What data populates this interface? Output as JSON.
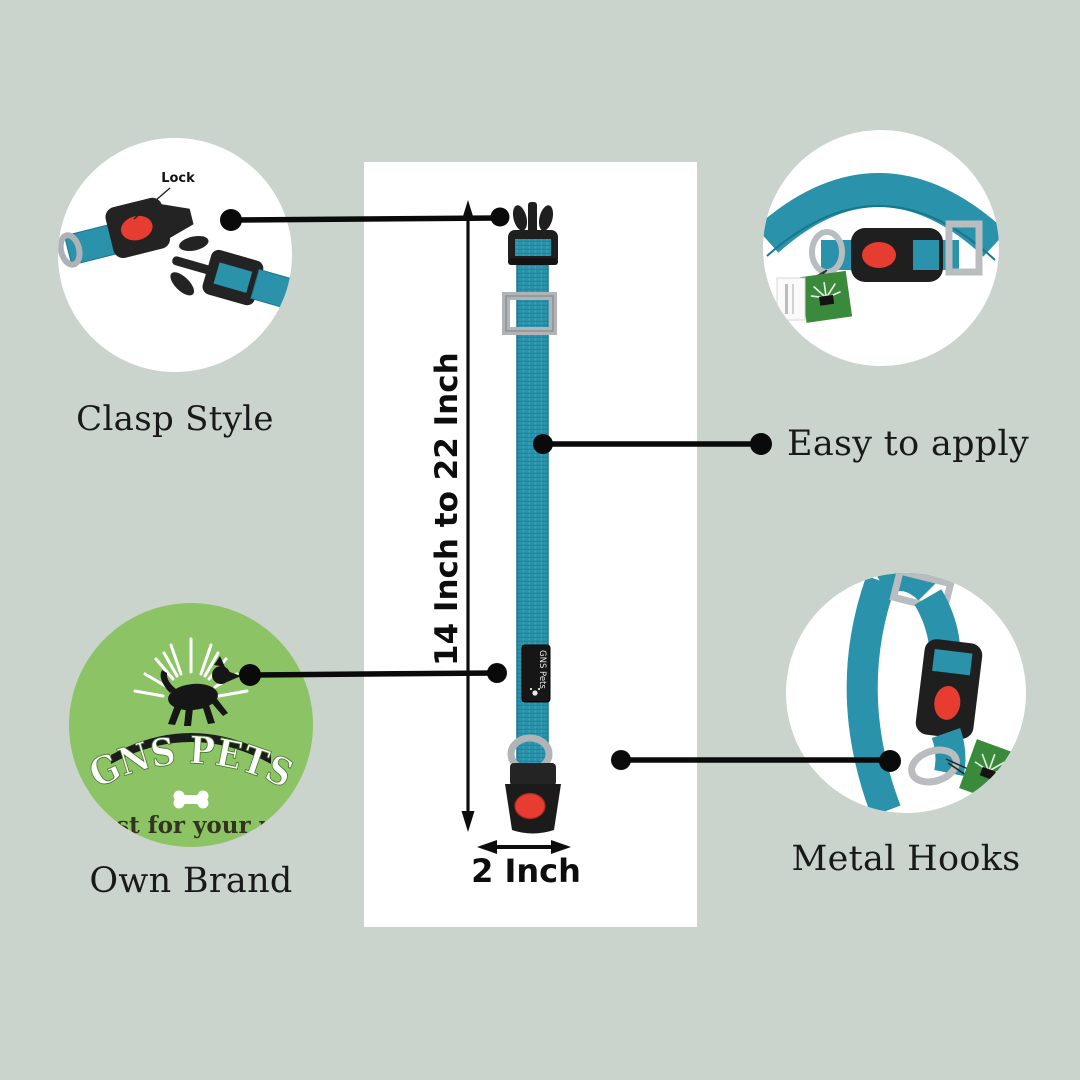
{
  "page": {
    "description": "Dog collar product infographic with four callout photos and size dimensions"
  },
  "labels": {
    "clasp_style": "Clasp Style",
    "easy_to_apply": "Easy to apply",
    "own_brand": "Own Brand",
    "metal_hooks": "Metal Hooks",
    "lock": "Lock"
  },
  "dimensions": {
    "length_range": "14 Inch to 22 Inch",
    "width": "2 Inch"
  },
  "brand": {
    "logo_name": "GNS PETS",
    "logo_tagline": "Best for your pet",
    "collar_tag_text": "GNS Pets"
  },
  "colors": {
    "background": "#cbd3cd",
    "panel_white": "#ffffff",
    "collar_teal": "#2a93ab",
    "collar_teal_dark": "#19768d",
    "buckle_black": "#1f1f1f",
    "lock_button_red": "#e73c30",
    "metal_silver": "#b0b4b7",
    "brand_green": "#8cc465",
    "tag_green": "#3a8a3c",
    "callout_line_black": "#0a0a0a",
    "text_dark": "#191919"
  }
}
